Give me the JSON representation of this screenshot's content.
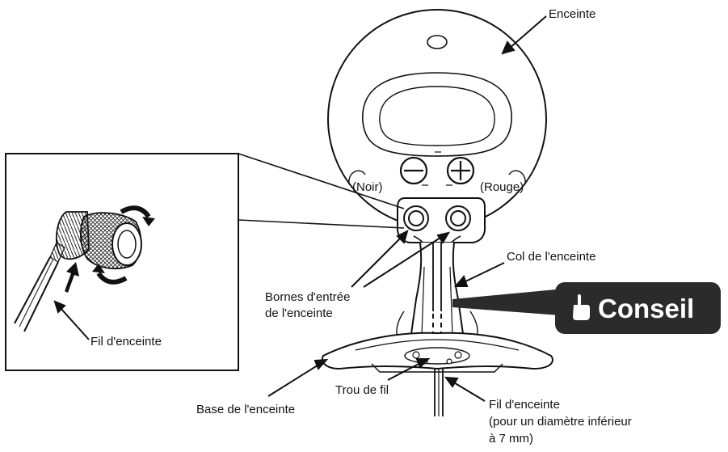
{
  "labels": {
    "speaker": "Enceinte",
    "noir": "(Noir)",
    "rouge": "(Rouge)",
    "minus": "⊖",
    "plus": "⊕",
    "neck": "Col de l'enceinte",
    "terminals_l1": "Bornes d'entrée",
    "terminals_l2": "de l'enceinte",
    "wire_inset": "Fil d'enceinte",
    "wire_hole": "Trou de fil",
    "base": "Base de l'enceinte",
    "wire_main_l1": "Fil d'enceinte",
    "wire_main_l2": "(pour un diamètre inférieur",
    "wire_main_l3": "à 7 mm)"
  },
  "tip": {
    "label": "Conseil",
    "icon": "pointing-hand-icon",
    "bg_color": "#2b2b2b",
    "text_color": "#ffffff"
  }
}
